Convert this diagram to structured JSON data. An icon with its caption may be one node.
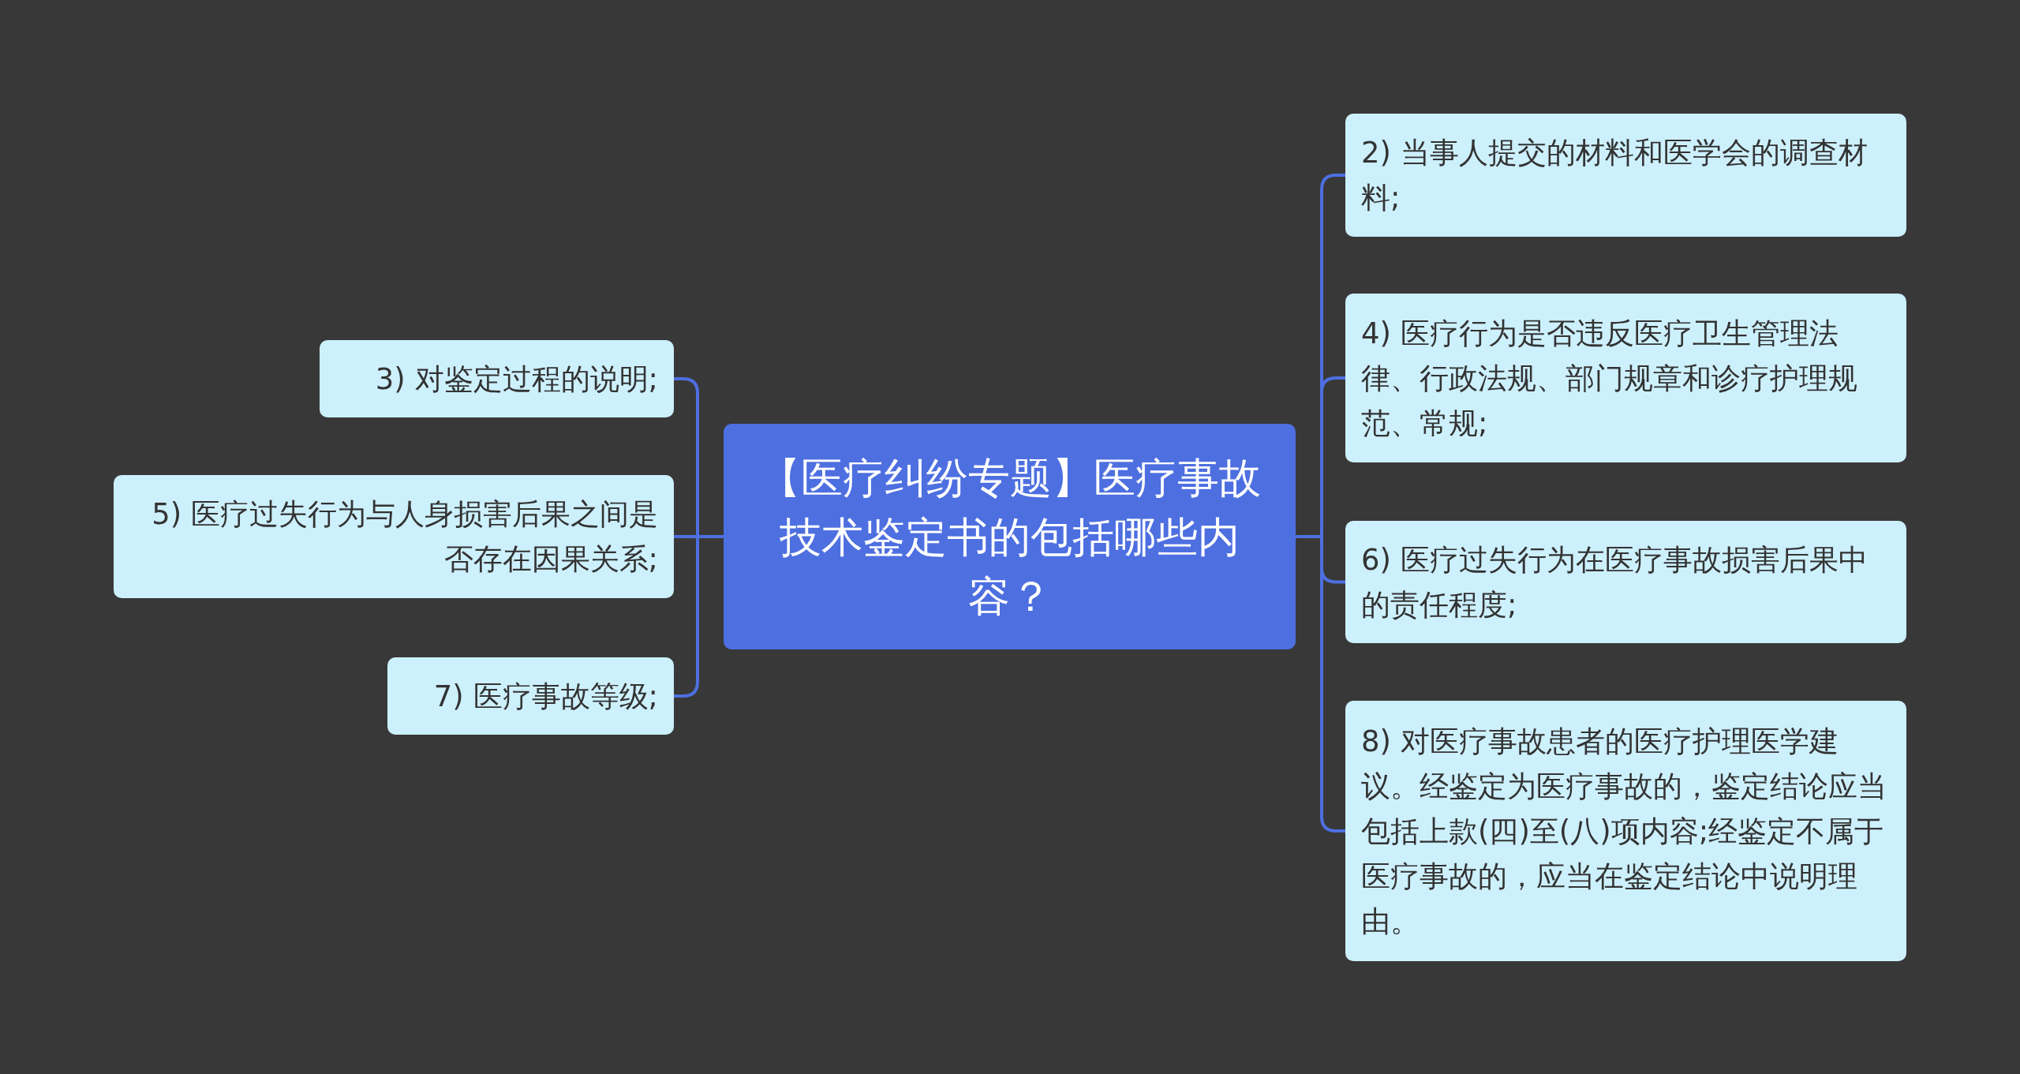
{
  "diagram": {
    "nodes": [
      {
        "text": [
          "【医疗纠纷专题】医疗事故技术鉴定书的包括哪些内容？"
        ]
      },
      {
        "text": [
          "2) 当事人提交的材料和医学会的调查材料;"
        ]
      },
      {
        "text": [
          "3) 对鉴定过程的说明;"
        ]
      },
      {
        "text": [
          "4) 医疗行为是否违反医疗卫生管理法律、行政法规、部门规章和诊疗护理规范、常规;"
        ]
      },
      {
        "text": [
          "5) 医疗过失行为与人身损害后果之间是否存在因果关系;"
        ]
      },
      {
        "text": [
          "6) 医疗过失行为在医疗事故损害后果中的责任程度;"
        ]
      },
      {
        "text": [
          "7) 医疗事故等级;"
        ]
      },
      {
        "text": [
          "8) 对医疗事故患者的医疗护理医学建议。经鉴定为医疗事故的，鉴定结论应当包括上款(四)至(八)项内容;经鉴定不属于医疗事故的，应当在鉴定结论中说明理由。"
        ]
      }
    ],
    "edges": [
      {
        "from": 0,
        "to": 1,
        "arrow": "none"
      },
      {
        "from": 0,
        "to": 2,
        "arrow": "none"
      },
      {
        "from": 0,
        "to": 3,
        "arrow": "none"
      },
      {
        "from": 0,
        "to": 4,
        "arrow": "none"
      },
      {
        "from": 0,
        "to": 5,
        "arrow": "none"
      },
      {
        "from": 0,
        "to": 6,
        "arrow": "none"
      },
      {
        "from": 0,
        "to": 7,
        "arrow": "none"
      }
    ]
  }
}
